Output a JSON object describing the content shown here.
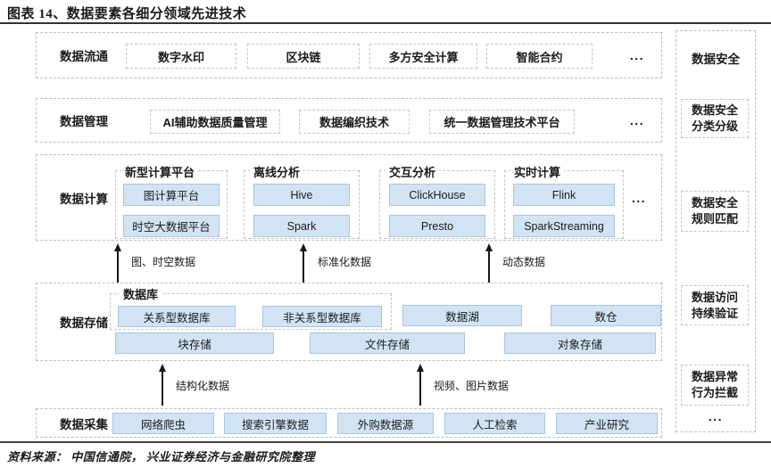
{
  "title": "图表 14、数据要素各细分领域先进技术",
  "source": "资料来源： 中国信通院， 兴业证券经济与金融研究院整理",
  "ellipsis": "...",
  "colors": {
    "box_fill": "#d2e4f4",
    "box_border": "#a6c6e2",
    "dashed_border": "#bdbdbd",
    "text": "#1a1a1a",
    "rule": "#3f3f3f"
  },
  "rows": {
    "circulation": {
      "label": "数据流通",
      "items": [
        "数字水印",
        "区块链",
        "多方安全计算",
        "智能合约"
      ]
    },
    "management": {
      "label": "数据管理",
      "items": [
        "AI辅助数据质量管理",
        "数据编织技术",
        "统一数据管理技术平台"
      ]
    },
    "computing": {
      "label": "数据计算",
      "groups": [
        {
          "title": "新型计算平台",
          "items": [
            "图计算平台",
            "时空大数据平台"
          ]
        },
        {
          "title": "离线分析",
          "items": [
            "Hive",
            "Spark"
          ]
        },
        {
          "title": "交互分析",
          "items": [
            "ClickHouse",
            "Presto"
          ]
        },
        {
          "title": "实时计算",
          "items": [
            "Flink",
            "SparkStreaming"
          ]
        }
      ]
    },
    "storage": {
      "label": "数据存储",
      "database_group": {
        "title": "数据库",
        "items": [
          "关系型数据库",
          "非关系型数据库"
        ]
      },
      "lake": "数据湖",
      "warehouse": "数仓",
      "storage_types": [
        "块存储",
        "文件存储",
        "对象存储"
      ]
    },
    "collection": {
      "label": "数据采集",
      "items": [
        "网络爬虫",
        "搜索引擎数据",
        "外购数据源",
        "人工检索",
        "产业研究"
      ]
    }
  },
  "arrows": {
    "to_computing": [
      "图、时空数据",
      "标准化数据",
      "动态数据"
    ],
    "to_storage": [
      "结构化数据",
      "视频、图片数据"
    ]
  },
  "security": {
    "header": "数据安全",
    "items": [
      "数据安全\n分类分级",
      "数据安全\n规则匹配",
      "数据访问\n持续验证",
      "数据异常\n行为拦截"
    ]
  }
}
